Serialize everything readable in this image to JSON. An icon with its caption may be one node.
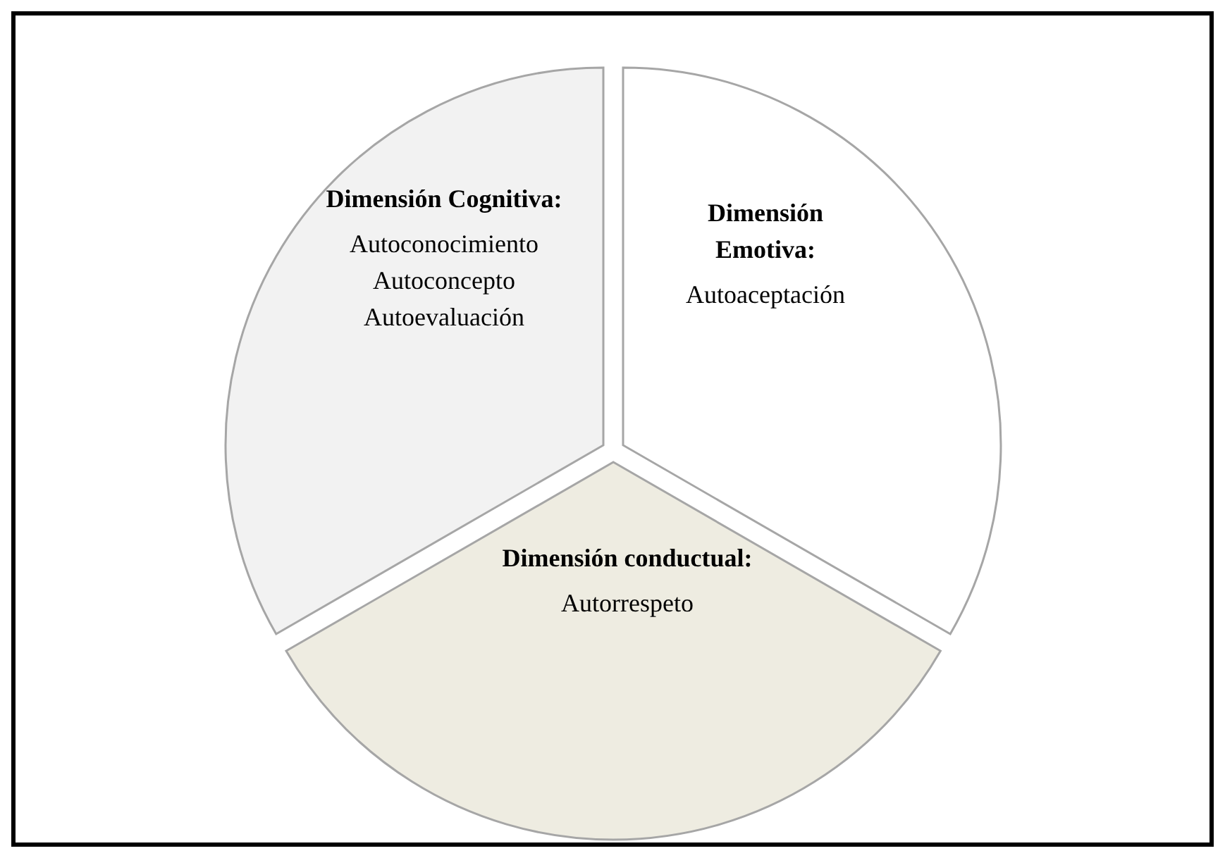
{
  "diagram": {
    "nodes": [
      {
        "text": [
          "Dimensión Cognitiva:",
          "Autoconocimiento",
          "Autoconcepto",
          "Autoevaluación"
        ]
      },
      {
        "text": [
          "Dimensión Emotiva:",
          "Autoaceptación"
        ]
      },
      {
        "text": [
          "Dimensión conductual:",
          "Autorrespeto"
        ]
      }
    ]
  }
}
